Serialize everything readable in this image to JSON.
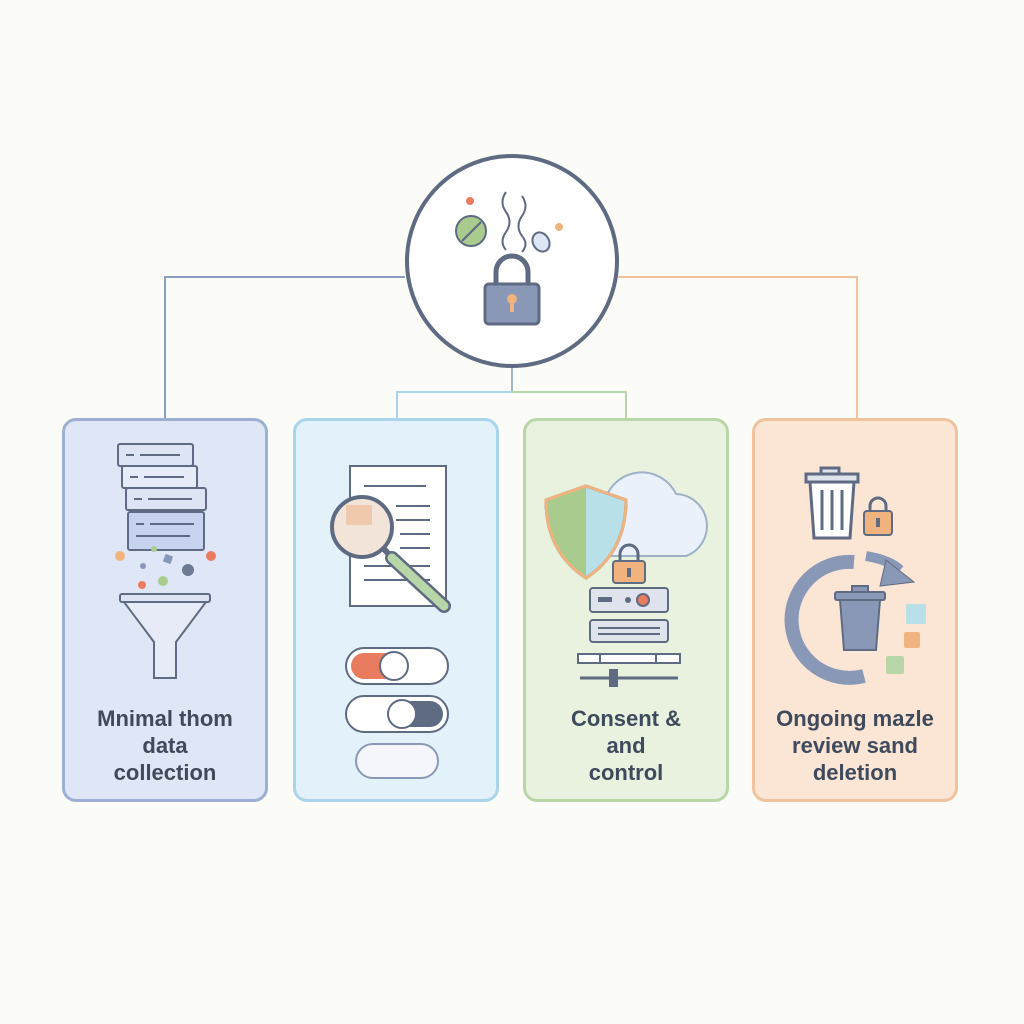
{
  "colors": {
    "outline": "#5f6b82",
    "lock": "#8a98b8",
    "card1_bg": "#dfe6f5",
    "card2_bg": "#e3f1fa",
    "card3_bg": "#e8f2df",
    "card4_bg": "#fbe6d6",
    "accent_red": "#e97b5f",
    "accent_green": "#a9cc8e",
    "accent_orange": "#f0b37e"
  },
  "center_node": {
    "icon": "padlock-icon"
  },
  "cards": [
    {
      "icons": [
        "stacked-documents-icon",
        "funnel-icon"
      ],
      "lines": [
        "Mnimal thom",
        "data",
        "collection"
      ]
    },
    {
      "icons": [
        "document-icon",
        "magnifier-icon",
        "toggle-switch-icon"
      ],
      "lines": [
        "",
        "",
        ""
      ]
    },
    {
      "icons": [
        "shield-icon",
        "cloud-icon",
        "padlock-icon",
        "server-icon",
        "slider-icon"
      ],
      "lines": [
        "Consent &",
        "and",
        "control"
      ]
    },
    {
      "icons": [
        "trash-icon",
        "padlock-icon",
        "refresh-arrow-icon"
      ],
      "lines": [
        "Ongoing mazle",
        "review sand",
        "deletion"
      ]
    }
  ]
}
